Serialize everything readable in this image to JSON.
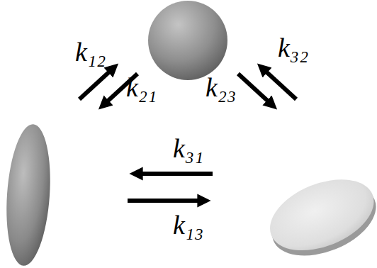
{
  "diagram": {
    "labels": [
      "k₁₂",
      "k₃₂",
      "k₂₁",
      "k₂₃",
      "k₃₁",
      "k₁₃"
    ]
  }
}
